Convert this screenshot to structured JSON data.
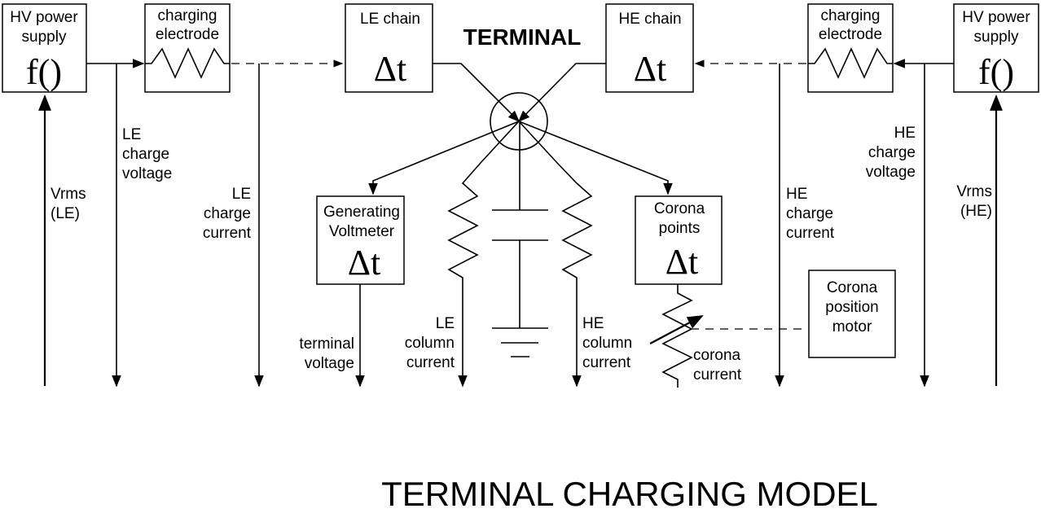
{
  "diagram": {
    "title": "TERMINAL CHARGING MODEL",
    "terminal_label": "TERMINAL",
    "boxes": {
      "hv_power_le": {
        "line1": "HV power",
        "line2": "supply",
        "symbol": "f()"
      },
      "charging_electrode_le": {
        "line1": "charging",
        "line2": "electrode"
      },
      "le_chain": {
        "line1": "LE chain",
        "symbol": "Δt"
      },
      "he_chain": {
        "line1": "HE chain",
        "symbol": "Δt"
      },
      "charging_electrode_he": {
        "line1": "charging",
        "line2": "electrode"
      },
      "hv_power_he": {
        "line1": "HV power",
        "line2": "supply",
        "symbol": "f()"
      },
      "generating_voltmeter": {
        "line1": "Generating",
        "line2": "Voltmeter",
        "symbol": "Δt"
      },
      "corona_points": {
        "line1": "Corona",
        "line2": "points",
        "symbol": "Δt"
      },
      "corona_motor": {
        "line1": "Corona",
        "line2": "position",
        "line3": "motor"
      }
    },
    "signals": {
      "vrms_le": [
        "Vrms",
        "(LE)"
      ],
      "le_charge_voltage": [
        "LE",
        "charge",
        "voltage"
      ],
      "le_charge_current": [
        "LE",
        "charge",
        "current"
      ],
      "terminal_voltage": [
        "terminal",
        "voltage"
      ],
      "le_column_current": [
        "LE",
        "column",
        "current"
      ],
      "he_column_current": [
        "HE",
        "column",
        "current"
      ],
      "corona_current": [
        "corona",
        "current"
      ],
      "he_charge_current": [
        "HE",
        "charge",
        "current"
      ],
      "he_charge_voltage": [
        "HE",
        "charge",
        "voltage"
      ],
      "vrms_he": [
        "Vrms",
        "(HE)"
      ]
    }
  }
}
